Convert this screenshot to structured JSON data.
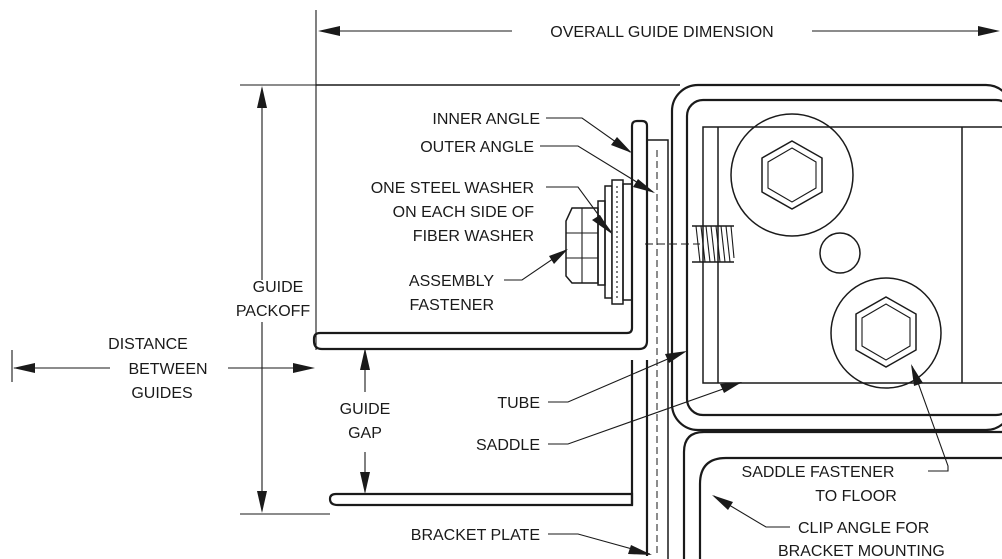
{
  "labels": {
    "overall_guide_dimension": "OVERALL GUIDE DIMENSION",
    "inner_angle": "INNER ANGLE",
    "outer_angle": "OUTER ANGLE",
    "steel_washer_1": "ONE STEEL WASHER",
    "steel_washer_2": "ON EACH SIDE OF",
    "steel_washer_3": "FIBER WASHER",
    "assembly_1": "ASSEMBLY",
    "assembly_2": "FASTENER",
    "guide_packoff_1": "GUIDE",
    "guide_packoff_2": "PACKOFF",
    "distance_1": "DISTANCE",
    "distance_2": "BETWEEN",
    "distance_3": "GUIDES",
    "guide_gap_1": "GUIDE",
    "guide_gap_2": "GAP",
    "tube": "TUBE",
    "saddle": "SADDLE",
    "bracket_plate": "BRACKET PLATE",
    "saddle_fastener_1": "SADDLE FASTENER",
    "saddle_fastener_2": "TO FLOOR",
    "clip_angle_1": "CLIP ANGLE FOR",
    "clip_angle_2": "BRACKET MOUNTING"
  }
}
